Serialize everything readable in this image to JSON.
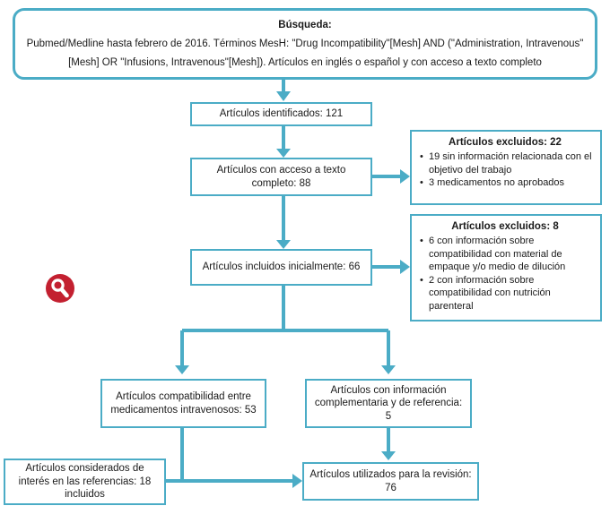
{
  "colors": {
    "teal": "#4BACC6",
    "red": "#C32030",
    "text": "#1a1a1a",
    "background": "#ffffff"
  },
  "flow": {
    "search": {
      "title": "Búsqueda:",
      "body": "Pubmed/Medline hasta febrero de 2016. Términos MesH: \"Drug Incompatibility\"[Mesh] AND (\"Administration, Intravenous\"[Mesh] OR \"Infusions, Intravenous\"[Mesh]). Artículos en inglés o español y con acceso a texto completo"
    },
    "identified": {
      "label": "Artículos identificados: 121"
    },
    "full_text": {
      "label": "Artículos con acceso a texto completo: 88"
    },
    "excluded_1": {
      "title": "Artículos excluidos: 22",
      "bullets": [
        "19 sin información relacionada con el objetivo del trabajo",
        "3 medicamentos no aprobados"
      ]
    },
    "included_initially": {
      "label": "Artículos incluidos inicialmente: 66"
    },
    "excluded_2": {
      "title": "Artículos excluidos: 8",
      "bullets": [
        "6 con información sobre compatibilidad con material de empaque y/o medio de dilución",
        "2 con información sobre compatibilidad con nutrición parenteral"
      ]
    },
    "compatibility": {
      "label": "Artículos compatibilidad entre medicamentos intravenosos: 53"
    },
    "complementary": {
      "label": "Artículos con información complementaria y de referencia: 5"
    },
    "references_interest": {
      "label": "Artículos considerados de interés en las referencias: 18 incluidos"
    },
    "final_review": {
      "label": "Artículos utilizados para la revisión: 76"
    }
  },
  "icons": {
    "magnifier": "magnifier-icon"
  }
}
